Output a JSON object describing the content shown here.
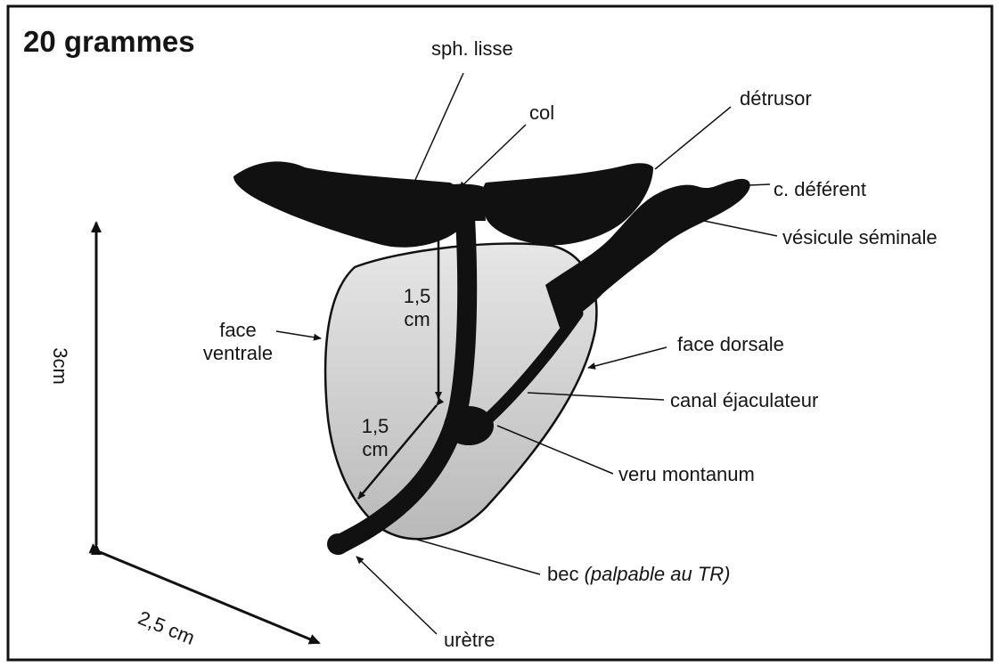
{
  "title": "20 grammes",
  "labels": {
    "sph_lisse": "sph. lisse",
    "col": "col",
    "detrusor": "détrusor",
    "c_deferent": "c. déférent",
    "vesicule_seminale": "vésicule séminale",
    "face_ventrale_line1": "face",
    "face_ventrale_line2": "ventrale",
    "face_dorsale": "face dorsale",
    "canal_ejaculateur": "canal éjaculateur",
    "veru_montanum": "veru montanum",
    "bec": "bec",
    "bec_note": "(palpable au TR)",
    "uretre": "urètre"
  },
  "dimensions": {
    "height": "3cm",
    "width": "2,5 cm",
    "upper_segment_value": "1,5",
    "upper_segment_unit": "cm",
    "lower_segment_value": "1,5",
    "lower_segment_unit": "cm"
  },
  "colors": {
    "ink": "#111111",
    "gland_fill": "#c9c9c9",
    "background": "#ffffff"
  }
}
